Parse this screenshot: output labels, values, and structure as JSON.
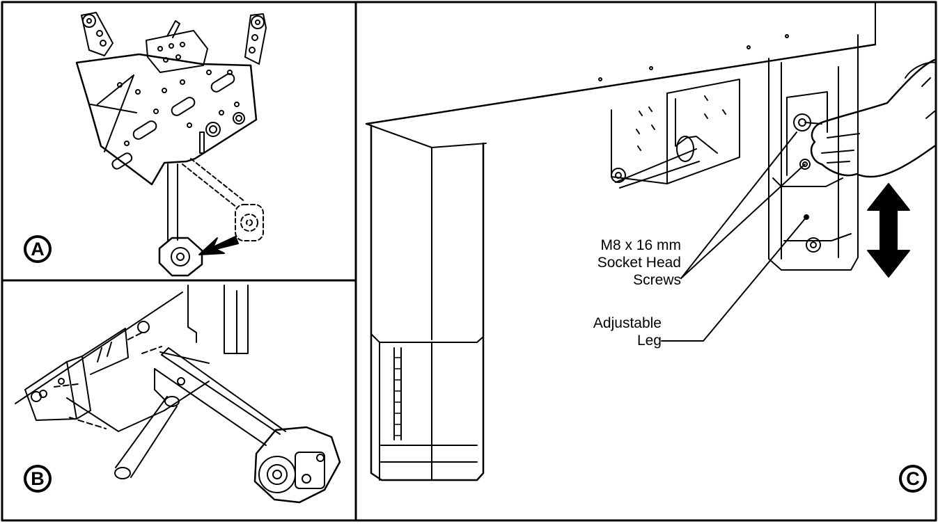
{
  "panels": [
    {
      "id": "A",
      "label": "A"
    },
    {
      "id": "B",
      "label": "B"
    },
    {
      "id": "C",
      "label": "C"
    }
  ],
  "callouts": {
    "screws": [
      "M8 x 16 mm",
      "Socket Head",
      "Screws"
    ],
    "leg": [
      "Adjustable",
      "Leg"
    ]
  }
}
